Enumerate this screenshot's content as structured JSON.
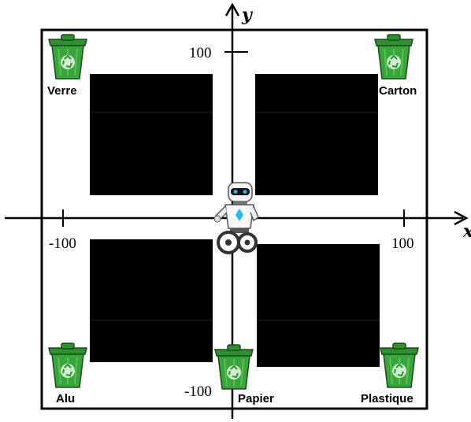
{
  "axes": {
    "x_label": "x",
    "y_label": "y"
  },
  "ticks": {
    "y_top": "100",
    "x_left": "-100",
    "x_right": "100",
    "y_bottom": "-100"
  },
  "bins": [
    {
      "label": "Verre"
    },
    {
      "label": "Carton"
    },
    {
      "label": "Alu"
    },
    {
      "label": "Papier"
    },
    {
      "label": "Plastique"
    }
  ],
  "icons": {
    "bin": "recycle-bin-icon",
    "robot": "robot-icon"
  },
  "colors": {
    "bin_green": "#3aa53a",
    "bin_dark": "#1e6b1e",
    "block": "#000000",
    "robot_visor": "#29b6f6"
  }
}
